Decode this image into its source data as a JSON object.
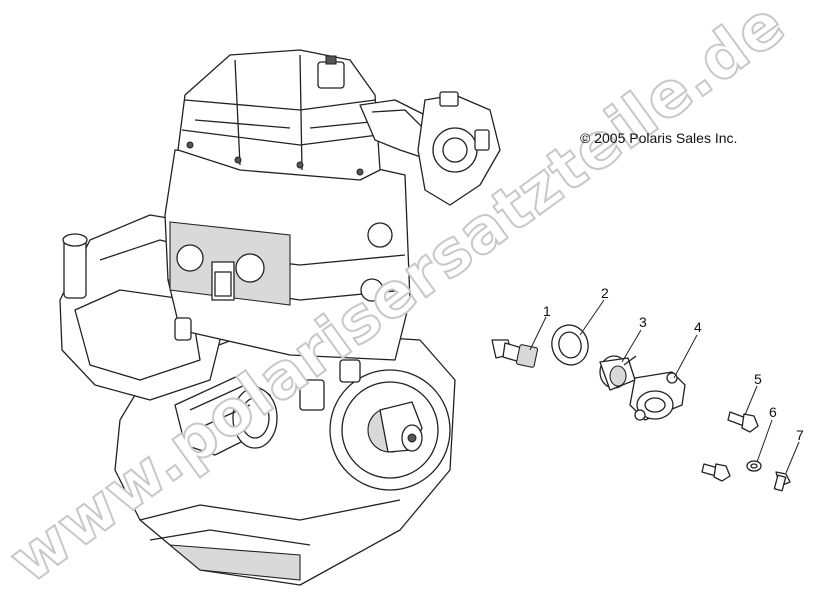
{
  "copyright": "© 2005 Polaris Sales Inc.",
  "watermark": "www.polarisersatzteile.de",
  "callouts": [
    {
      "num": "1",
      "part": "sensor-icon"
    },
    {
      "num": "2",
      "part": "gasket-ring-icon"
    },
    {
      "num": "3",
      "part": "thermostat-icon"
    },
    {
      "num": "4",
      "part": "thermostat-housing-icon"
    },
    {
      "num": "5",
      "part": "bolt-icon"
    },
    {
      "num": "6",
      "part": "washer-icon"
    },
    {
      "num": "7",
      "part": "screw-icon"
    }
  ]
}
